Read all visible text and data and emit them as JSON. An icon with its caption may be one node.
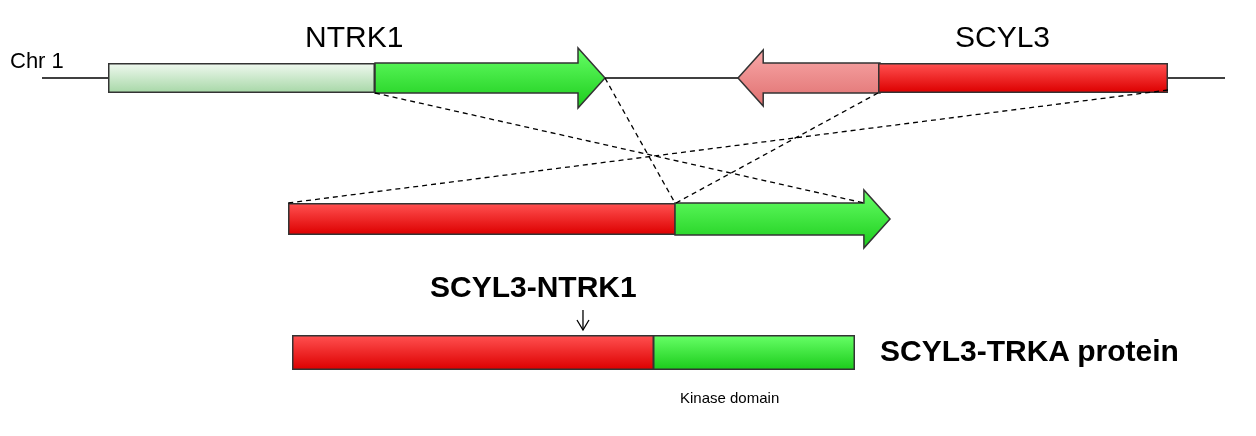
{
  "diagram": {
    "nodes": [
      {
        "text": [
          "NTRK1"
        ]
      },
      {
        "text": [],
        "shape": "box",
        "in": 0
      },
      {
        "text": [],
        "shape": "arrow",
        "in": 0
      },
      {
        "text": [
          "SCYL3"
        ]
      },
      {
        "text": [],
        "shape": "arrow",
        "in": 3
      },
      {
        "text": [],
        "shape": "box",
        "in": 3
      },
      {
        "text": [
          "SCYL3-NTRK1"
        ]
      },
      {
        "text": [],
        "shape": "box",
        "in": 6
      },
      {
        "text": [],
        "shape": "arrow",
        "in": 6
      },
      {
        "text": [
          "SCYL3-TRKA protein"
        ]
      },
      {
        "text": [],
        "shape": "box",
        "in": 9
      },
      {
        "text": [],
        "shape": "box",
        "in": 9,
        "beside": [
          "Kinase domain"
        ]
      }
    ],
    "edges": [
      {
        "from": 2,
        "to": 8,
        "arrow": "none",
        "style": "dashed"
      },
      {
        "from": 2,
        "to": 8,
        "arrow": "none",
        "style": "dashed"
      },
      {
        "from": 5,
        "to": 7,
        "arrow": "none",
        "style": "dashed"
      },
      {
        "from": 5,
        "to": 7,
        "arrow": "none",
        "style": "dashed"
      },
      {
        "from": 6,
        "to": 9,
        "arrow": "to"
      }
    ],
    "labels": [
      "Chr 1"
    ]
  }
}
